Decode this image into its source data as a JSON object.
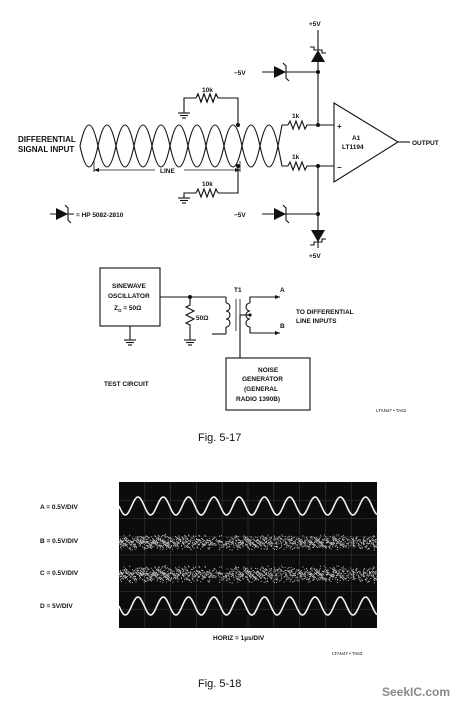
{
  "figure_1": {
    "input_label_1": "DIFFERENTIAL",
    "input_label_2": "SIGNAL INPUT",
    "line_label": "LINE",
    "resistor_top": "10k",
    "resistor_bottom": "10k",
    "resistor_in_top": "1k",
    "resistor_in_bottom": "1k",
    "supply_top_neg": "−5V",
    "supply_bottom_neg": "−5V",
    "supply_top_pos": "+5V",
    "supply_bottom_pos": "+5V",
    "plus_sign": "+",
    "minus_sign": "−",
    "amp_name": "A1",
    "amp_part": "LT1194",
    "output_label": "OUTPUT",
    "diode_legend": "= HP 5082-2810",
    "osc_line_1": "SINEWAVE",
    "osc_line_2": "OSCILLATOR",
    "osc_line_3": "Z",
    "osc_line_3_sub": "O",
    "osc_line_3_end": " = 50Ω",
    "load_resistor": "50Ω",
    "transformer": "T1",
    "out_a": "A",
    "out_b": "B",
    "dest_line_1": "TO DIFFERENTIAL",
    "dest_line_2": "LINE INPUTS",
    "noise_line_1": "NOISE",
    "noise_line_2": "GENERATOR",
    "noise_line_3": "(GENERAL",
    "noise_line_4": "RADIO 1390B)",
    "test_label": "TEST CIRCUIT",
    "code": "LTAN47 • TA62",
    "caption": "Fig. 5-17"
  },
  "figure_2": {
    "trace_a": "A = 0.5V/DIV",
    "trace_b": "B = 0.5V/DIV",
    "trace_c": "C = 0.5V/DIV",
    "trace_d": "D = 5V/DIV",
    "horiz": "HORIZ = 1µs/DIV",
    "code": "LTAN47 • TA63",
    "caption": "Fig. 5-18"
  },
  "watermark": "SeekIC.com"
}
